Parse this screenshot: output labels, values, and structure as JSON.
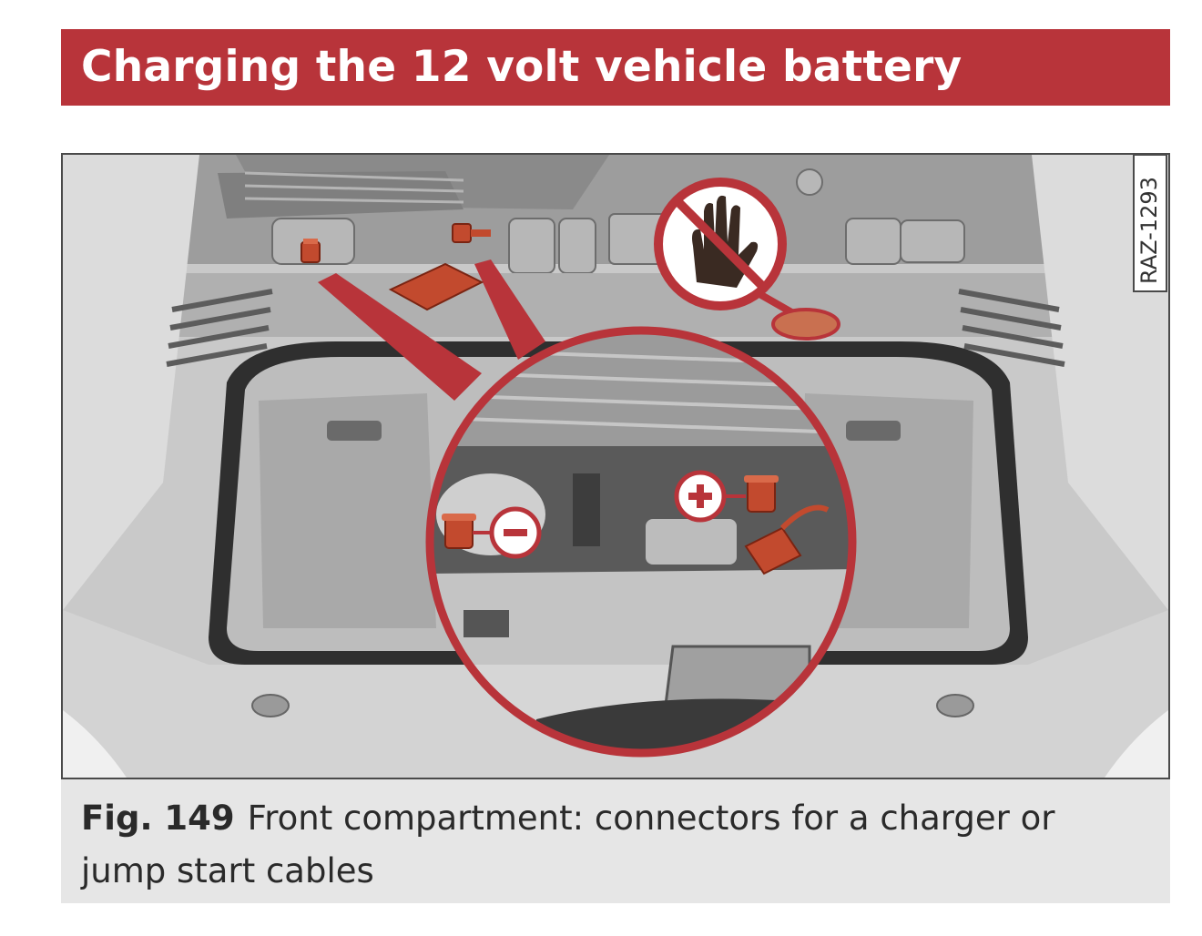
{
  "header": {
    "title": "Charging the 12 volt vehicle battery",
    "background_color": "#b8343a"
  },
  "figure": {
    "reference_code": "RAZ-1293",
    "plus_symbol": "+",
    "minus_symbol": "−",
    "accent_color": "#b8343a",
    "icons": [
      "no-touch-hand-icon",
      "positive-terminal-icon",
      "negative-terminal-icon",
      "terminal-cap-icon"
    ]
  },
  "caption": {
    "label": "Fig. 149",
    "text": "Front compartment: connectors for a charger or jump start cables"
  }
}
